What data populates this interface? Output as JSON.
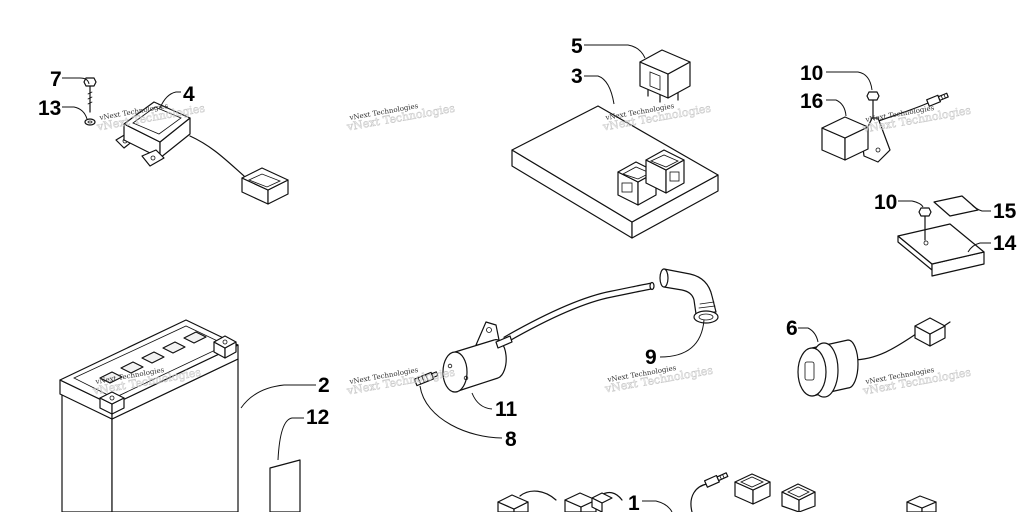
{
  "callouts": [
    "7",
    "13",
    "4",
    "5",
    "3",
    "10",
    "16",
    "10",
    "15",
    "14",
    "6",
    "9",
    "11",
    "8",
    "2",
    "12",
    "1"
  ],
  "watermark": "vNext Technologies"
}
